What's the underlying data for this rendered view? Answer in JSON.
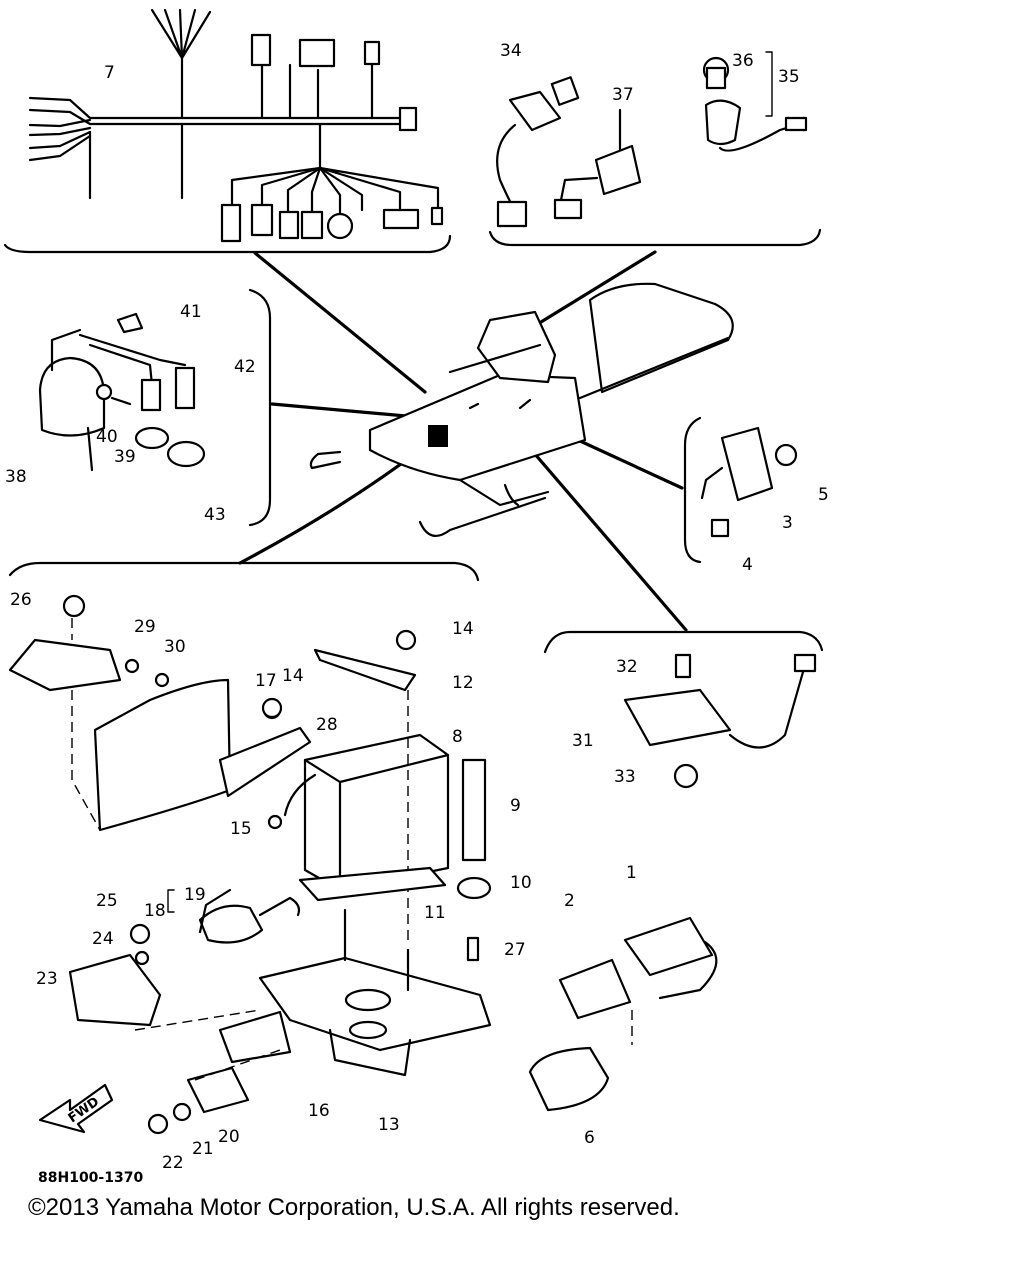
{
  "diagram": {
    "part_numbers": {
      "p1": "1",
      "p2": "2",
      "p3": "3",
      "p4": "4",
      "p5": "5",
      "p6": "6",
      "p7": "7",
      "p8": "8",
      "p9": "9",
      "p10": "10",
      "p11": "11",
      "p12": "12",
      "p13": "13",
      "p14": "14",
      "p15": "15",
      "p16": "16",
      "p17": "17",
      "p18": "18",
      "p19": "19",
      "p20": "20",
      "p21": "21",
      "p22": "22",
      "p23": "23",
      "p24": "24",
      "p25": "25",
      "p26": "26",
      "p27": "27",
      "p28": "28",
      "p29": "29",
      "p30": "30",
      "p31": "31",
      "p32": "32",
      "p33": "33",
      "p34": "34",
      "p35": "35",
      "p36": "36",
      "p37": "37",
      "p38": "38",
      "p39": "39",
      "p40": "40",
      "p41": "41",
      "p42": "42",
      "p43": "43"
    },
    "fwd_label": "FWD",
    "code": "88H100-1370",
    "copyright": "©2013 Yamaha Motor Corporation, U.S.A. All rights reserved."
  }
}
